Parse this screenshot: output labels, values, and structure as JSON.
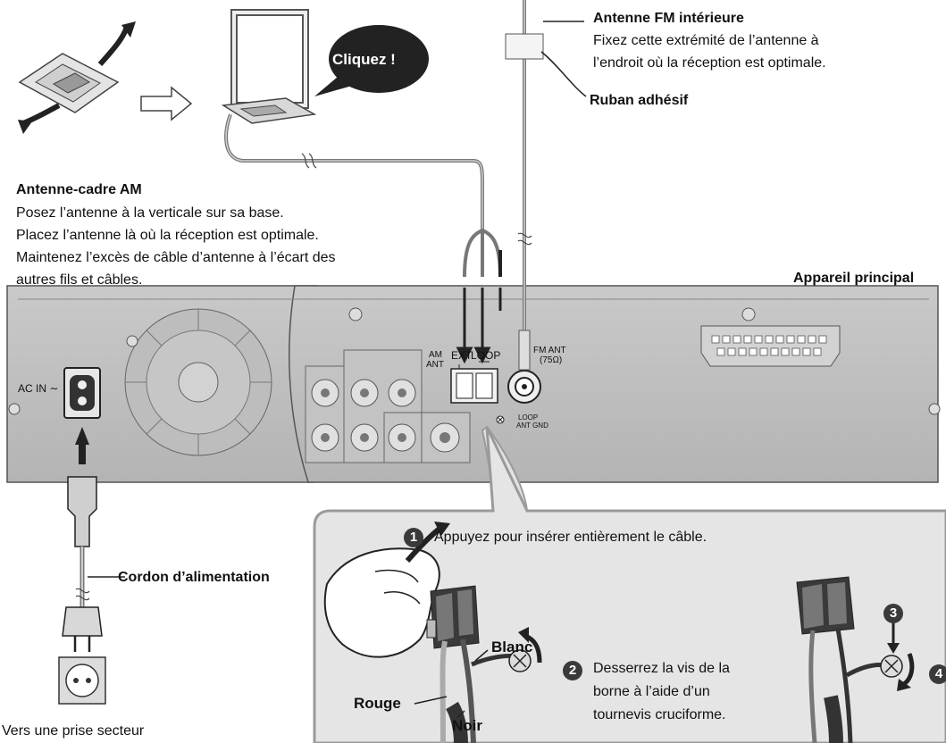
{
  "fm_antenna": {
    "title": "Antenne FM intérieure",
    "line1": "Fixez cette extrémité de l’antenne à",
    "line2": "l’endroit où la réception est optimale."
  },
  "tape_label": "Ruban adhésif",
  "click_bubble": "Cliquez !",
  "am_antenna": {
    "title": "Antenne-cadre AM",
    "line1": "Posez l’antenne à la verticale sur sa base.",
    "line2": "Placez l’antenne là où la réception est optimale.",
    "line3": "Maintenez l’excès de câble d’antenne à l’écart des",
    "line4": "autres fils et câbles."
  },
  "main_unit_label": "Appareil principal",
  "panel_labels": {
    "ac_in": "AC IN ∼",
    "am_ant_1": "AM",
    "am_ant_2": "ANT",
    "ext": "EXT",
    "loop": "LOOP",
    "fm_ant_1": "FM ANT",
    "fm_ant_2": "(75Ω)",
    "loop_gnd_1": "LOOP",
    "loop_gnd_2": "ANT GND"
  },
  "power_cord_label": "Cordon d’alimentation",
  "outlet_label": "Vers une prise secteur",
  "steps": [
    {
      "number": "1",
      "text": "Appuyez pour insérer entièrement le câble."
    },
    {
      "number": "2",
      "text_line1": "Desserrez la vis de la",
      "text_line2": "borne à l’aide d’un",
      "text_line3": "tournevis cruciforme."
    },
    {
      "number": "3"
    },
    {
      "number": "4"
    }
  ],
  "wire_labels": {
    "white": "Blanc",
    "red": "Rouge",
    "black": "Noir"
  }
}
